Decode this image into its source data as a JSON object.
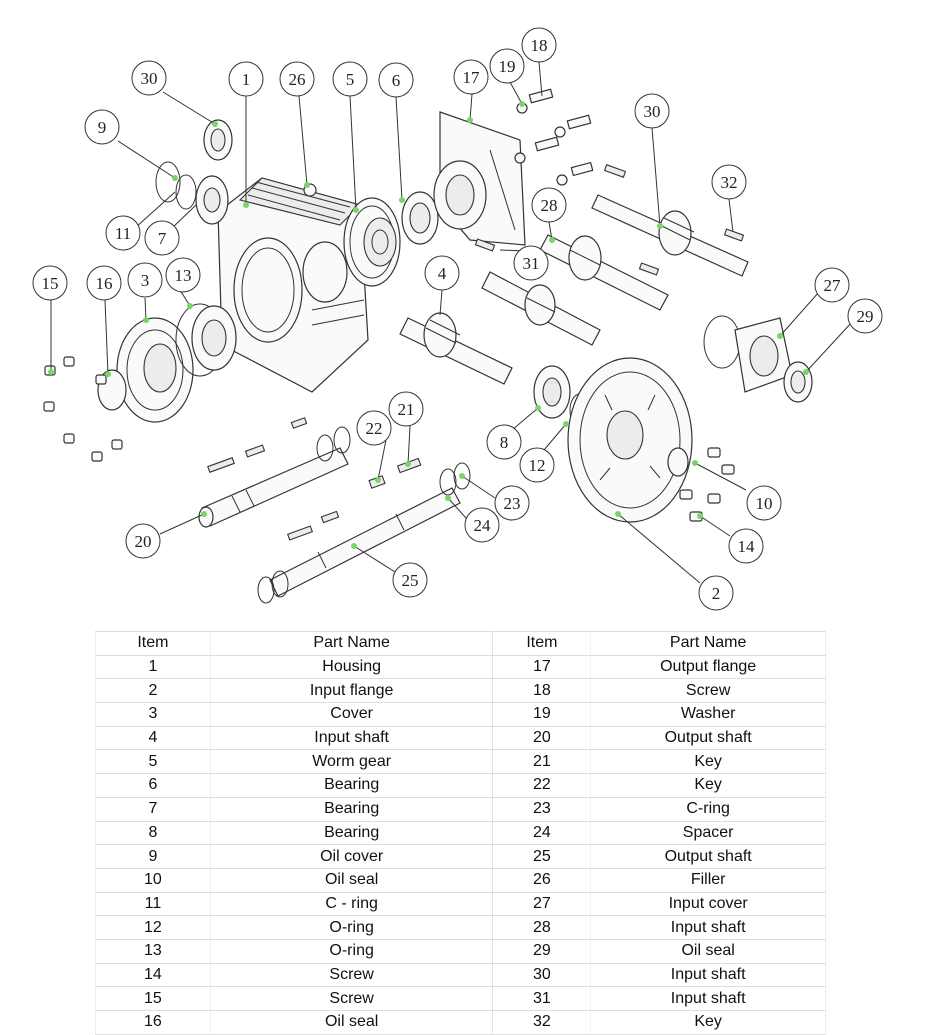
{
  "table": {
    "headers": [
      "Item",
      "Part Name",
      "Item",
      "Part Name"
    ],
    "rows": [
      {
        "item_a": "1",
        "name_a": "Housing",
        "item_b": "17",
        "name_b": "Output flange"
      },
      {
        "item_a": "2",
        "name_a": "Input flange",
        "item_b": "18",
        "name_b": "Screw"
      },
      {
        "item_a": "3",
        "name_a": "Cover",
        "item_b": "19",
        "name_b": "Washer"
      },
      {
        "item_a": "4",
        "name_a": "Input shaft",
        "item_b": "20",
        "name_b": "Output shaft"
      },
      {
        "item_a": "5",
        "name_a": "Worm gear",
        "item_b": "21",
        "name_b": "Key"
      },
      {
        "item_a": "6",
        "name_a": "Bearing",
        "item_b": "22",
        "name_b": "Key"
      },
      {
        "item_a": "7",
        "name_a": "Bearing",
        "item_b": "23",
        "name_b": "C-ring"
      },
      {
        "item_a": "8",
        "name_a": "Bearing",
        "item_b": "24",
        "name_b": "Spacer"
      },
      {
        "item_a": "9",
        "name_a": "Oil cover",
        "item_b": "25",
        "name_b": "Output shaft"
      },
      {
        "item_a": "10",
        "name_a": "Oil seal",
        "item_b": "26",
        "name_b": "Filler"
      },
      {
        "item_a": "11",
        "name_a": "C - ring",
        "item_b": "27",
        "name_b": "Input cover"
      },
      {
        "item_a": "12",
        "name_a": "O-ring",
        "item_b": "28",
        "name_b": "Input shaft"
      },
      {
        "item_a": "13",
        "name_a": "O-ring",
        "item_b": "29",
        "name_b": "Oil seal"
      },
      {
        "item_a": "14",
        "name_a": "Screw",
        "item_b": "30",
        "name_b": "Input shaft"
      },
      {
        "item_a": "15",
        "name_a": "Screw",
        "item_b": "31",
        "name_b": "Input shaft"
      },
      {
        "item_a": "16",
        "name_a": "Oil seal",
        "item_b": "32",
        "name_b": "Key"
      }
    ]
  },
  "callouts": {
    "c1": "1",
    "c2": "2",
    "c3": "3",
    "c4": "4",
    "c5": "5",
    "c6": "6",
    "c7": "7",
    "c8": "8",
    "c9": "9",
    "c10": "10",
    "c11": "11",
    "c12": "12",
    "c13": "13",
    "c14": "14",
    "c15": "15",
    "c16": "16",
    "c17": "17",
    "c18": "18",
    "c19": "19",
    "c20": "20",
    "c21": "21",
    "c22": "22",
    "c23": "23",
    "c24": "24",
    "c25": "25",
    "c26": "26",
    "c27": "27",
    "c28": "28",
    "c29": "29",
    "c30a": "30",
    "c30b": "30",
    "c31": "31",
    "c32": "32"
  }
}
